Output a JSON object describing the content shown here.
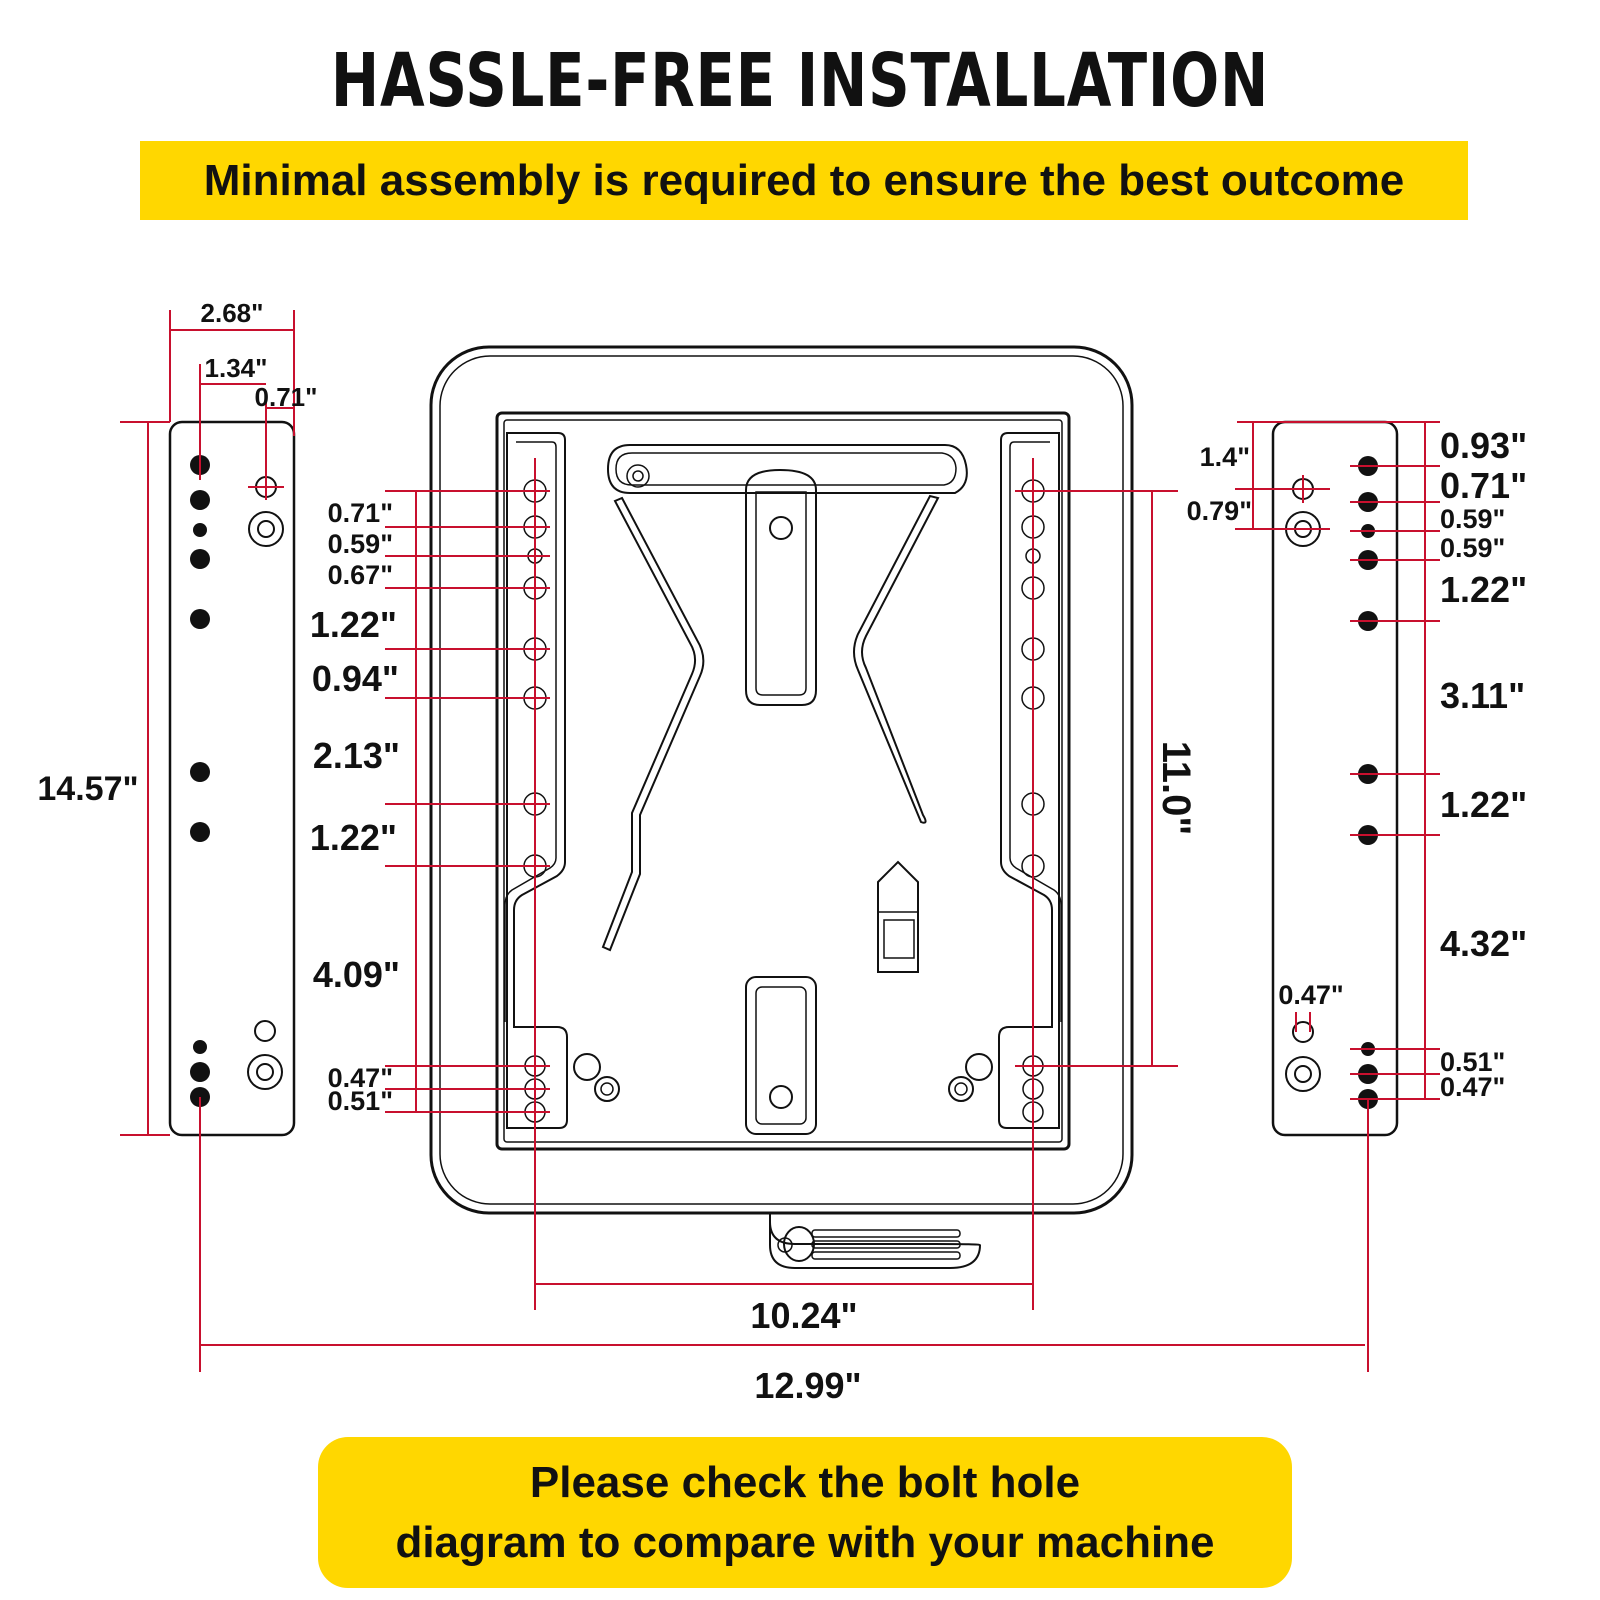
{
  "title": "HASSLE-FREE INSTALLATION",
  "subtitle": "Minimal assembly is required to ensure the best outcome",
  "footer": {
    "line1": "Please check the bolt hole",
    "line2": "diagram to compare with your machine"
  },
  "colors": {
    "banner": "#ffd700",
    "dimension_line": "#c8102e",
    "outline": "#111111"
  },
  "left_rail": {
    "width": "2.68\"",
    "half_width": "1.34\"",
    "offset": "0.71\"",
    "height": "14.57\""
  },
  "seat": {
    "spacing_labels": [
      "0.71\"",
      "0.59\"",
      "0.67\"",
      "1.22\"",
      "0.94\"",
      "2.13\"",
      "1.22\"",
      "4.09\"",
      "0.47\"",
      "0.51\""
    ],
    "height": "11.0\"",
    "inner_width": "10.24\"",
    "outer_width": "12.99\""
  },
  "right_rail": {
    "side_labels": [
      "1.4\"",
      "0.79\"",
      "0.47\""
    ],
    "spacing_labels": [
      "0.93\"",
      "0.71\"",
      "0.59\"",
      "0.59\"",
      "1.22\"",
      "3.11\"",
      "1.22\"",
      "4.32\"",
      "0.51\"",
      "0.47\""
    ]
  }
}
